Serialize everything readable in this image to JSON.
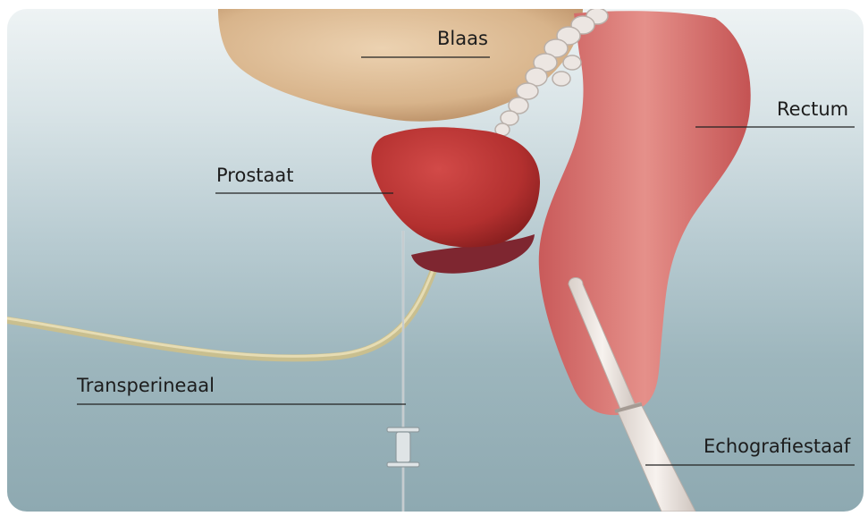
{
  "labels": {
    "bladder": "Blaas",
    "rectum": "Rectum",
    "prostate": "Prostaat",
    "transperineal": "Transperineaal",
    "ultrasound_probe": "Echografiestaaf"
  },
  "colors": {
    "background_top": "#eef3f4",
    "background_bottom": "#8ea9b1",
    "bladder": "#e0bf98",
    "prostate": "#b83535",
    "rectum": "#d96f6f",
    "seminal_vesicles": "#ece6e2",
    "catheter": "#d8cfa2",
    "needle": "#cfd6d8",
    "probe": "#ece5e0",
    "leader_line": "#222222"
  }
}
